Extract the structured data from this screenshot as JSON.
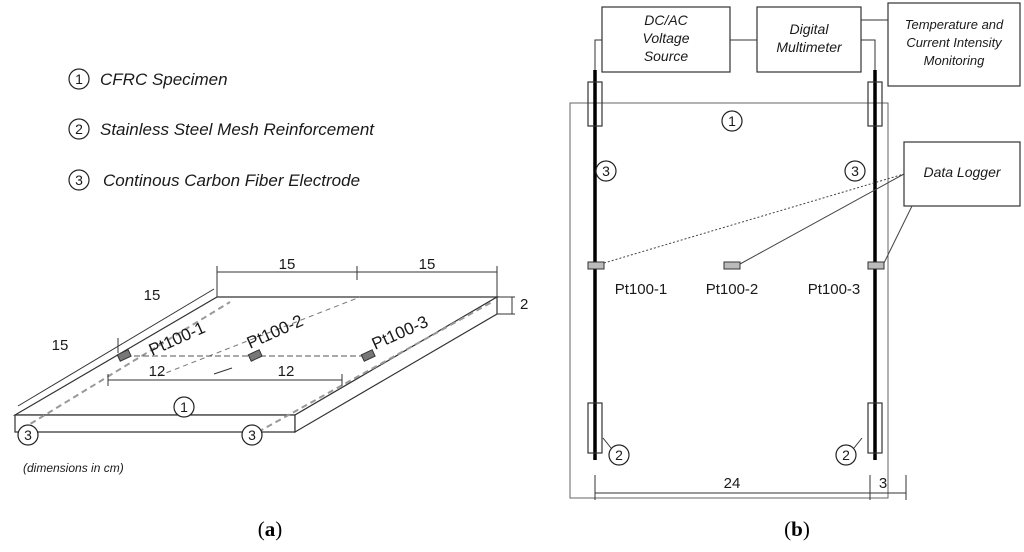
{
  "legend": {
    "items": [
      {
        "num": "1",
        "label": "CFRC Specimen"
      },
      {
        "num": "2",
        "label": "Stainless Steel Mesh Reinforcement"
      },
      {
        "num": "3",
        "label": "Continous Carbon Fiber Electrode"
      }
    ]
  },
  "panel_a": {
    "dims": {
      "top_left": "15",
      "top_right": "15",
      "thickness": "2",
      "side_upper": "15",
      "side_lower": "15",
      "span_left": "12",
      "span_right": "12"
    },
    "sensors": [
      "Pt100-1",
      "Pt100-2",
      "Pt100-3"
    ],
    "markers": {
      "specimen": "1",
      "electrode_left": "3",
      "electrode_right": "3"
    },
    "note": "(dimensions in cm)",
    "caption_letter": "a"
  },
  "panel_b": {
    "boxes": {
      "source": [
        "DC/AC",
        "Voltage",
        "Source"
      ],
      "multimeter": [
        "Digital",
        "Multimeter"
      ],
      "monitoring": [
        "Temperature and",
        "Current Intensity",
        "Monitoring"
      ],
      "logger": "Data Logger"
    },
    "sensors": [
      "Pt100-1",
      "Pt100-2",
      "Pt100-3"
    ],
    "markers": {
      "specimen": "1",
      "electrode_left": "3",
      "electrode_right": "3",
      "mesh_left": "2",
      "mesh_right": "2"
    },
    "dims": {
      "width": "24",
      "offset": "3"
    },
    "caption_letter": "b"
  }
}
